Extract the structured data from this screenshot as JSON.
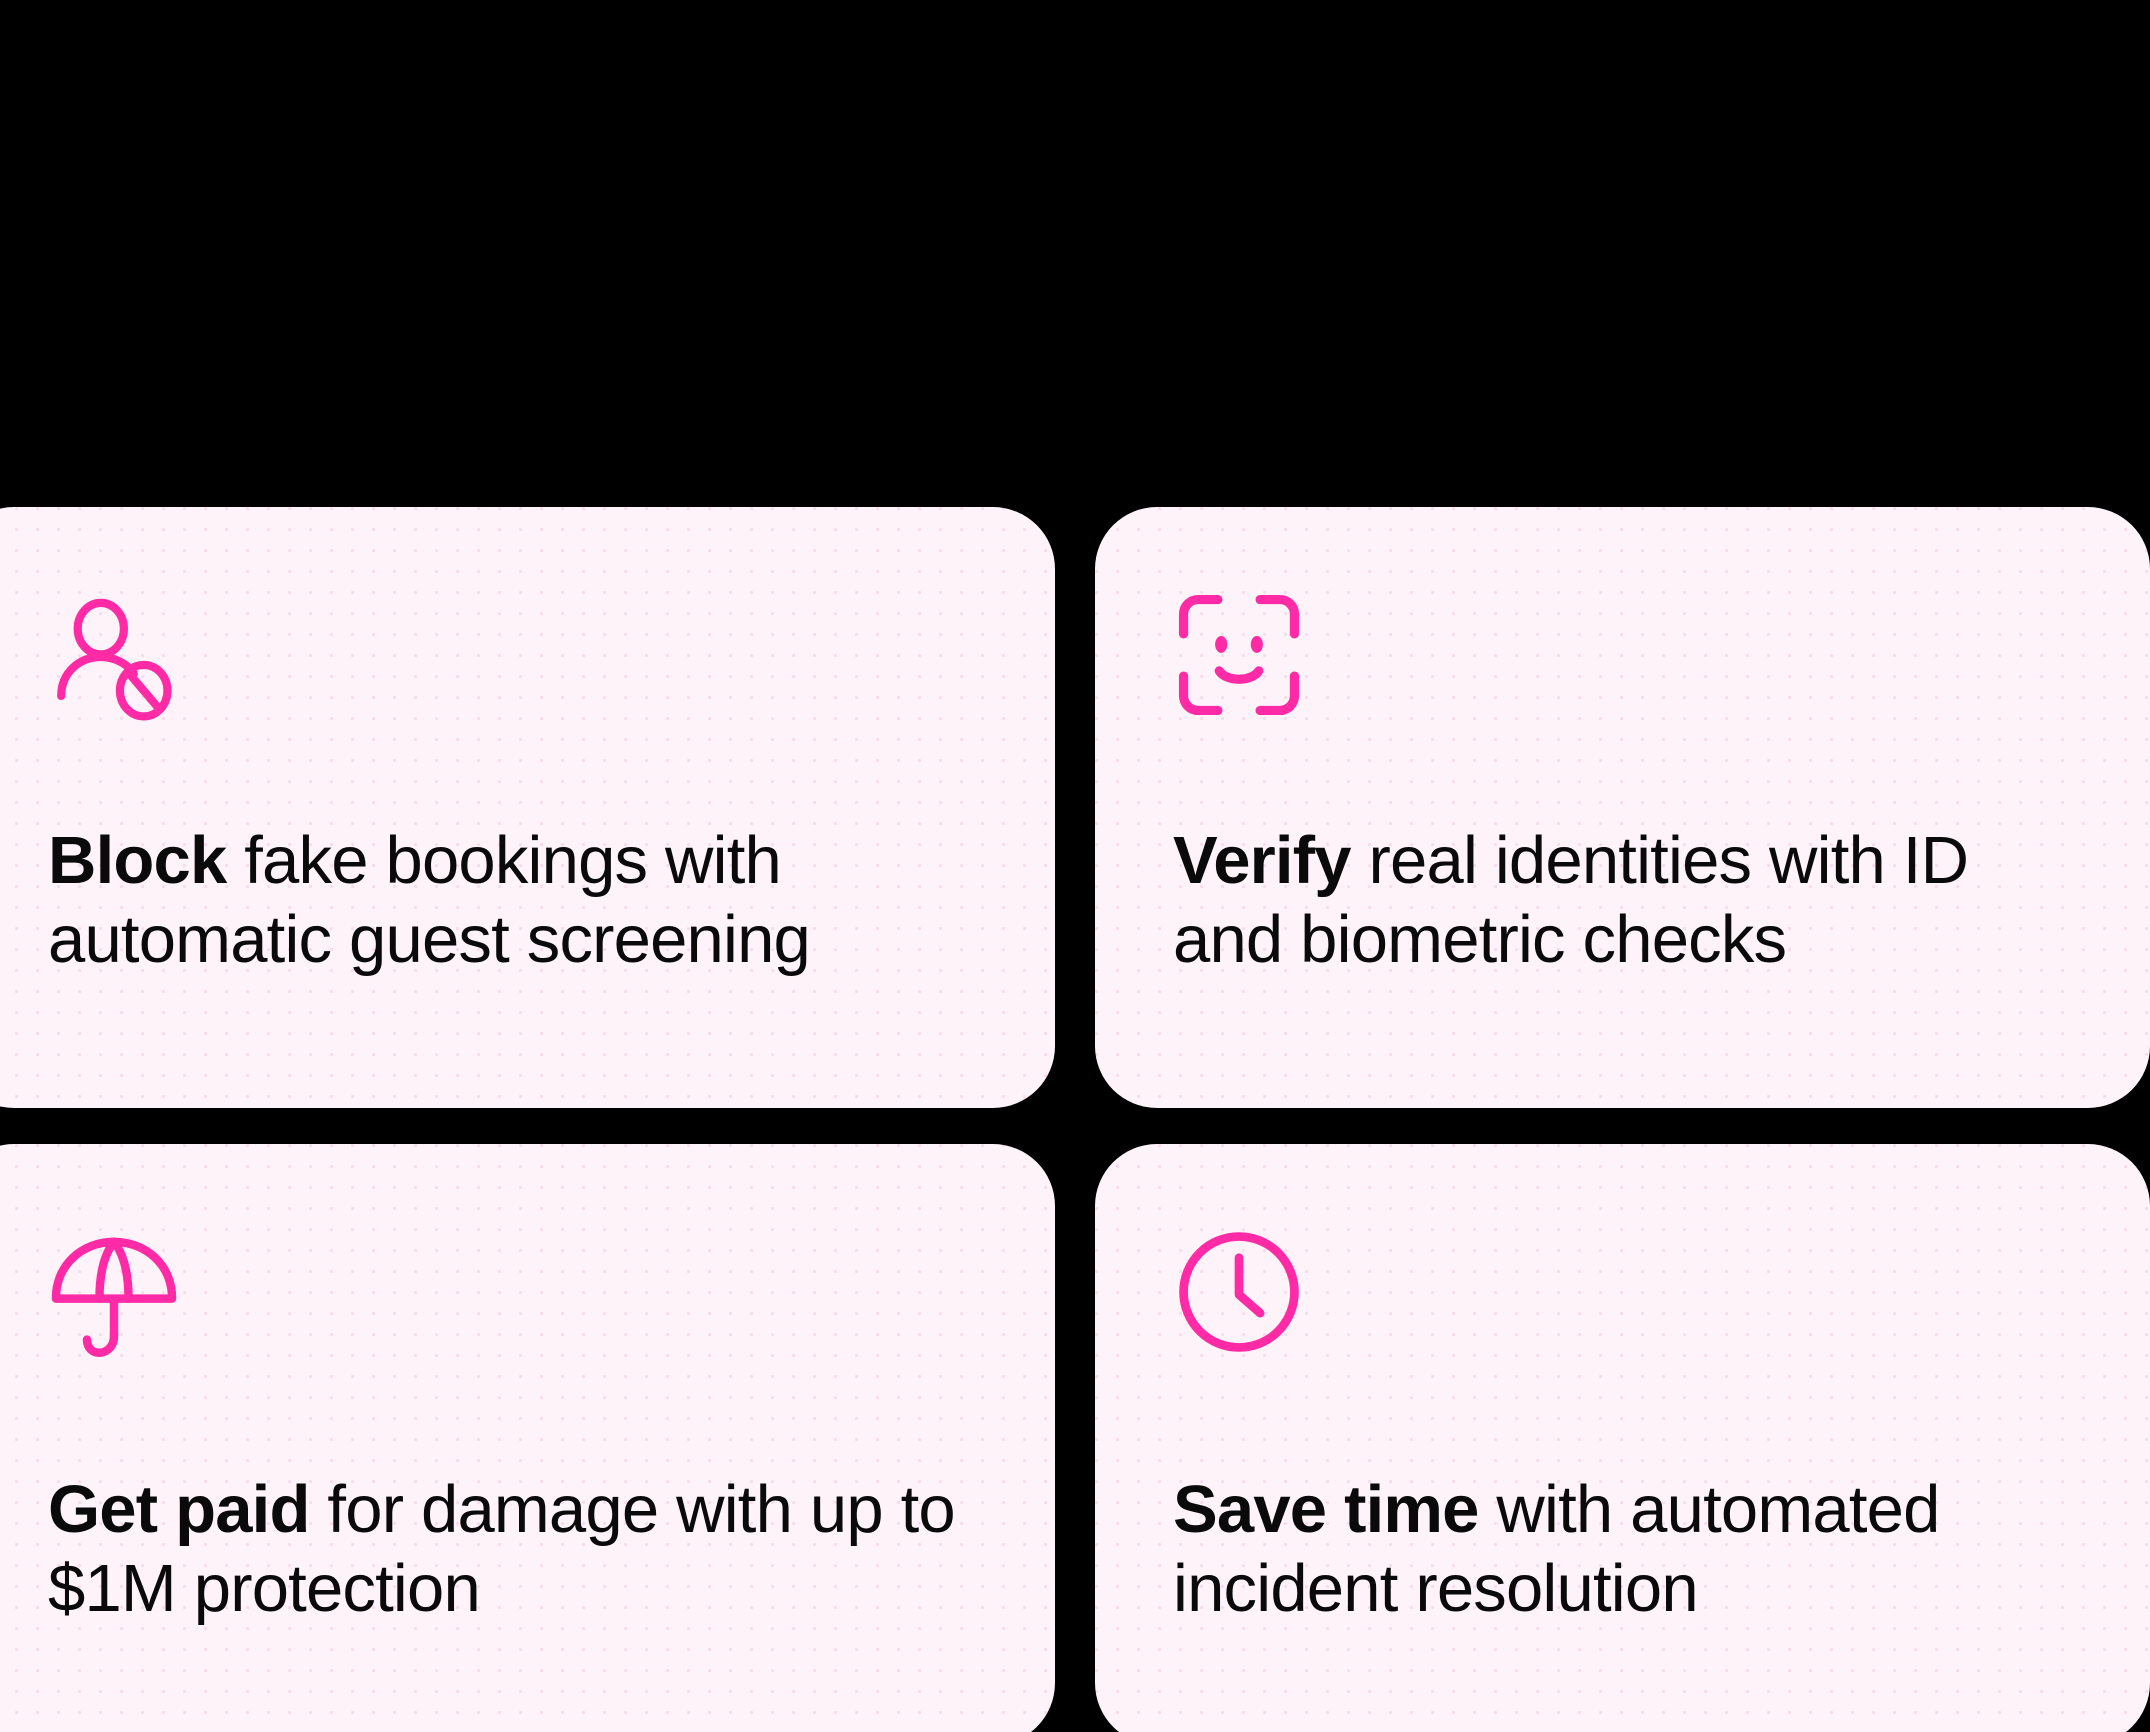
{
  "theme": {
    "page_background": "#000000",
    "card_background": "#FDF3F9",
    "card_dot_color": "#F6DCEC",
    "accent_pink": "#FF2BA6",
    "text_color": "#0A0A0A"
  },
  "cards": [
    {
      "id": "block-fake-bookings",
      "icon": "user-blocked-icon",
      "icon_label": "person with block symbol",
      "lead": "Block",
      "rest": " fake bookings with automatic guest screening",
      "full_text": "Block fake bookings with automatic guest screening"
    },
    {
      "id": "verify-real-identities",
      "icon": "face-scan-icon",
      "icon_label": "face scan frame with smiling face",
      "lead": "Verify",
      "rest": " real identities with ID and biometric checks",
      "full_text": "Verify real identities with ID and biometric checks"
    },
    {
      "id": "get-paid-for-damage",
      "icon": "umbrella-icon",
      "icon_label": "umbrella",
      "lead": "Get paid",
      "rest": " for damage with up to $1M protection",
      "full_text": "Get paid for damage with up to $1M protection"
    },
    {
      "id": "save-time-incidents",
      "icon": "clock-icon",
      "icon_label": "clock face",
      "lead": "Save time",
      "rest": " with automated incident resolution",
      "full_text": "Save time with automated incident resolution"
    }
  ]
}
